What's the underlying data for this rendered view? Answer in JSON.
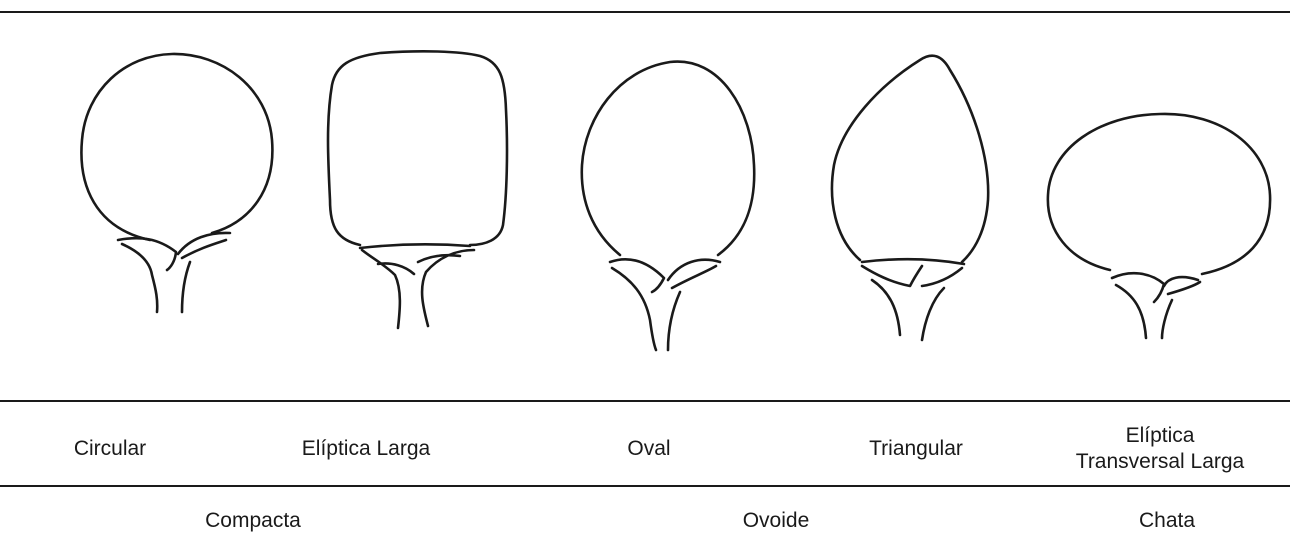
{
  "shapes": [
    {
      "label": "Circular"
    },
    {
      "label": "Elíptica Larga"
    },
    {
      "label": "Oval"
    },
    {
      "label": "Triangular"
    },
    {
      "label_line1": "Elíptica",
      "label_line2": "Transversal Larga"
    }
  ],
  "groups": [
    {
      "label": "Compacta"
    },
    {
      "label": "Ovoide"
    },
    {
      "label": "Chata"
    }
  ],
  "colors": {
    "line": "#1a1a1a",
    "background": "#ffffff"
  }
}
